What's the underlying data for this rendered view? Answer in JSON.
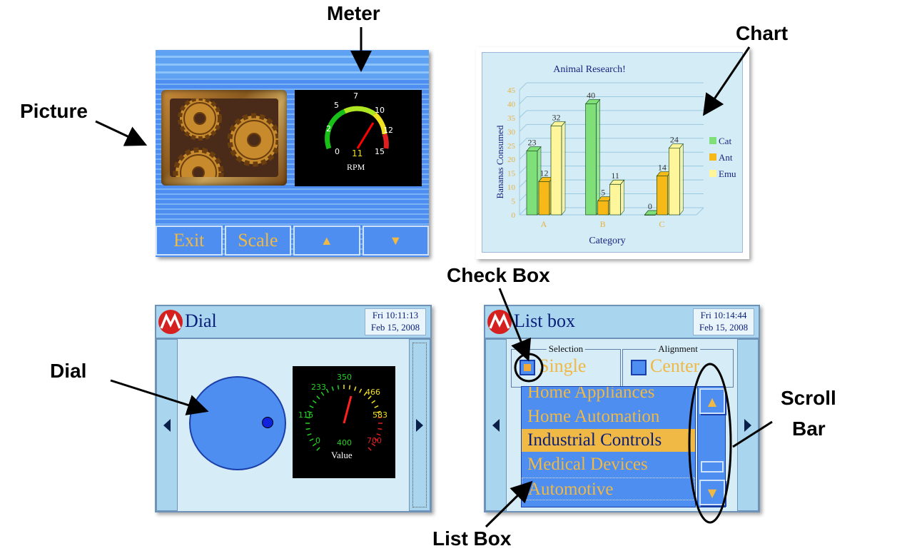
{
  "callouts": {
    "meter": "Meter",
    "chart": "Chart",
    "picture": "Picture",
    "check_box": "Check Box",
    "dial": "Dial",
    "scroll_bar_1": "Scroll",
    "scroll_bar_2": "Bar",
    "list_box": "List Box"
  },
  "meter_panel": {
    "meter": {
      "ticks": [
        "0",
        "2",
        "5",
        "7",
        "10",
        "12",
        "15"
      ],
      "value": "11",
      "unit": "RPM",
      "needle_value": 11,
      "min": 0,
      "max": 15
    },
    "buttons": {
      "exit": "Exit",
      "scale": "Scale",
      "up": "▲",
      "down": "▼"
    },
    "colors": {
      "background": "#4d8ef0",
      "button_text": "#f0b845"
    }
  },
  "chart_panel": {
    "chart_data": {
      "type": "bar",
      "title": "Animal Research!",
      "xlabel": "Category",
      "ylabel": "Bananas Consumed",
      "categories": [
        "A",
        "B",
        "C"
      ],
      "series": [
        {
          "name": "Cat",
          "values": [
            23,
            40,
            0
          ]
        },
        {
          "name": "Ant",
          "values": [
            12,
            5,
            14
          ]
        },
        {
          "name": "Emu",
          "values": [
            32,
            11,
            24
          ]
        }
      ],
      "yticks": [
        "0",
        "5",
        "10",
        "15",
        "20",
        "25",
        "30",
        "35",
        "40",
        "45"
      ],
      "ylim": [
        0,
        45
      ],
      "grid": true,
      "legend": "right",
      "colors": [
        "#7fe07a",
        "#f6b918",
        "#fff59a"
      ]
    }
  },
  "dial_panel": {
    "title": "Dial",
    "clock": {
      "time": "Fri 10:11:13",
      "date": "Feb 15, 2008"
    },
    "gauge": {
      "ticks": [
        "0",
        "116",
        "233",
        "350",
        "466",
        "583",
        "700",
        "400"
      ],
      "label": "Value"
    }
  },
  "listbox_panel": {
    "title": "List box",
    "clock": {
      "time": "Fri 10:14:44",
      "date": "Feb 15, 2008"
    },
    "selection_group": {
      "caption": "Selection",
      "label": "Single",
      "checked": true
    },
    "alignment_group": {
      "caption": "Alignment",
      "label": "Center",
      "checked": false
    },
    "items": [
      {
        "label": "Home Appliances"
      },
      {
        "label": "Home Automation"
      },
      {
        "label": "Industrial Controls"
      },
      {
        "label": "Medical Devices"
      },
      {
        "label": "Automotive"
      }
    ],
    "selected_index": 2,
    "scroll": {
      "up": "▲",
      "down": "▼"
    }
  }
}
